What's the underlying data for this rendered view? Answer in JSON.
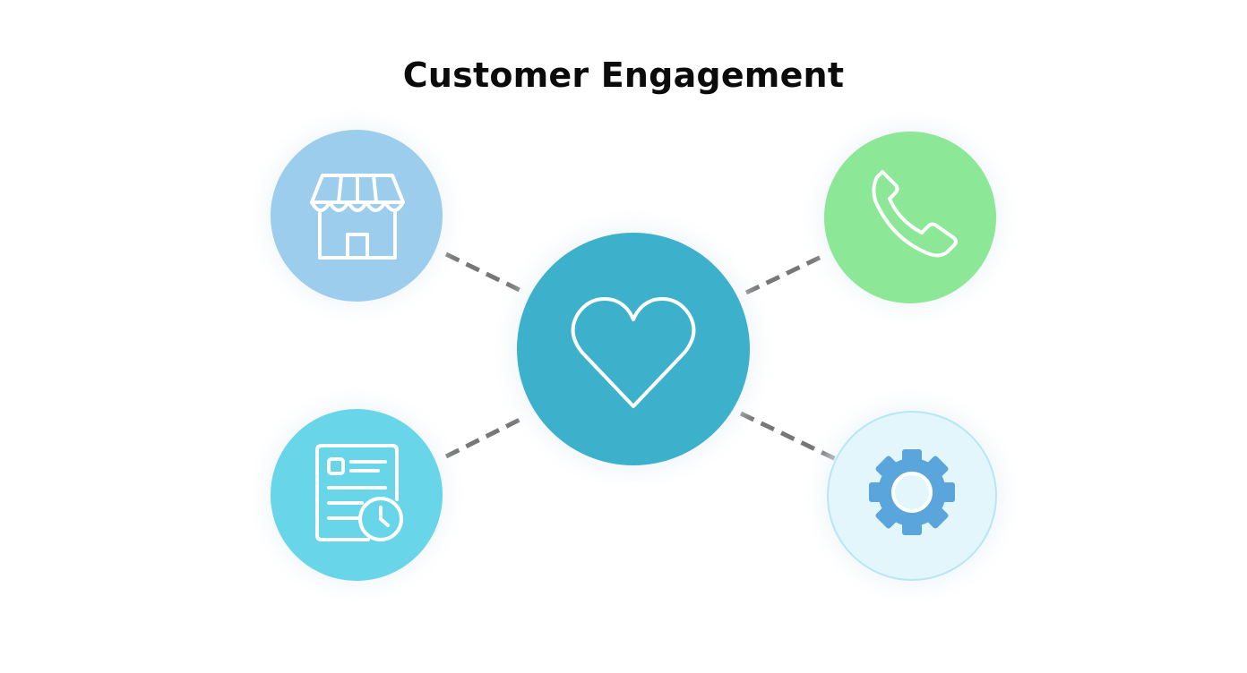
{
  "diagram": {
    "title": "Customer Engagement",
    "nodes": [
      {
        "id": "center",
        "icon": "heart-icon",
        "color": "#3db0cc"
      },
      {
        "id": "top-left",
        "icon": "storefront-icon",
        "color": "#9dcdec"
      },
      {
        "id": "top-right",
        "icon": "phone-icon",
        "color": "#8ce897"
      },
      {
        "id": "bottom-left",
        "icon": "document-clock-icon",
        "color": "#68d5e9"
      },
      {
        "id": "bottom-right",
        "icon": "gear-icon",
        "color": "#e3f6fb"
      }
    ],
    "connector": {
      "style": "dashed",
      "color": "#777777"
    },
    "accent_gear": "#5aa6dc"
  }
}
